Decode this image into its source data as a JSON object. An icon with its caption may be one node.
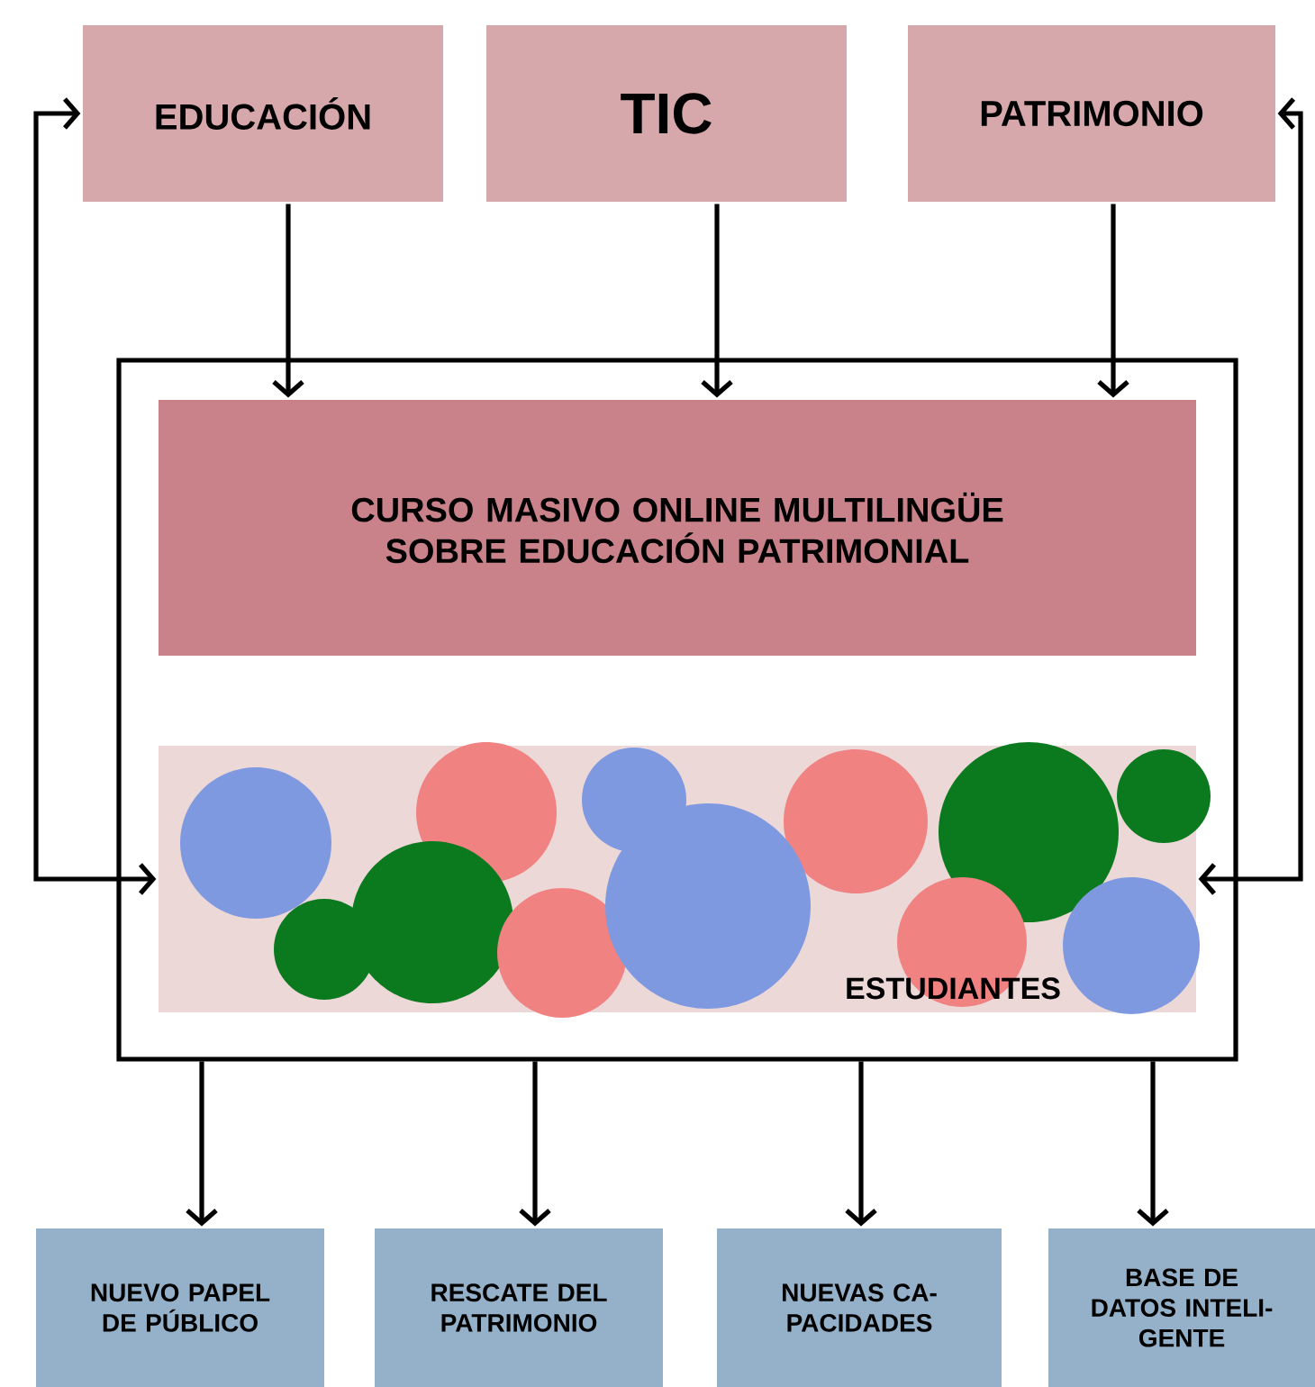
{
  "diagram": {
    "nodes": [
      {
        "text": [
          "EDUCACIÓN"
        ]
      },
      {
        "text": [
          "TIC"
        ]
      },
      {
        "text": [
          "PATRIMONIO"
        ]
      },
      {
        "text": [],
        "shape": "box"
      },
      {
        "text": [
          "CURSO MASIVO ONLINE MULTILINGÜE SOBRE EDUCACIÓN PATRIMONIAL"
        ],
        "in": 3
      },
      {
        "text": [
          "ESTUDIANTES"
        ],
        "in": 3
      },
      {
        "text": [
          "NUEVO PAPEL DE PÚBLICO"
        ]
      },
      {
        "text": [
          "RESCATE DEL PATRIMONIO"
        ]
      },
      {
        "text": [
          "NUEVAS CA- PACIDADES"
        ]
      },
      {
        "text": [
          "BASE DE DATOS INTELI- GENTE"
        ]
      }
    ],
    "edges": [
      {
        "from": 0,
        "to": 4,
        "arrow": "to"
      },
      {
        "from": 1,
        "to": 4,
        "arrow": "to"
      },
      {
        "from": 2,
        "to": 4,
        "arrow": "to"
      },
      {
        "from": 0,
        "to": 5,
        "arrow": "both"
      },
      {
        "from": 2,
        "to": 5,
        "arrow": "both"
      },
      {
        "from": 3,
        "to": 6,
        "arrow": "to"
      },
      {
        "from": 3,
        "to": 7,
        "arrow": "to"
      },
      {
        "from": 3,
        "to": 8,
        "arrow": "to"
      },
      {
        "from": 3,
        "to": 9,
        "arrow": "to"
      }
    ]
  }
}
